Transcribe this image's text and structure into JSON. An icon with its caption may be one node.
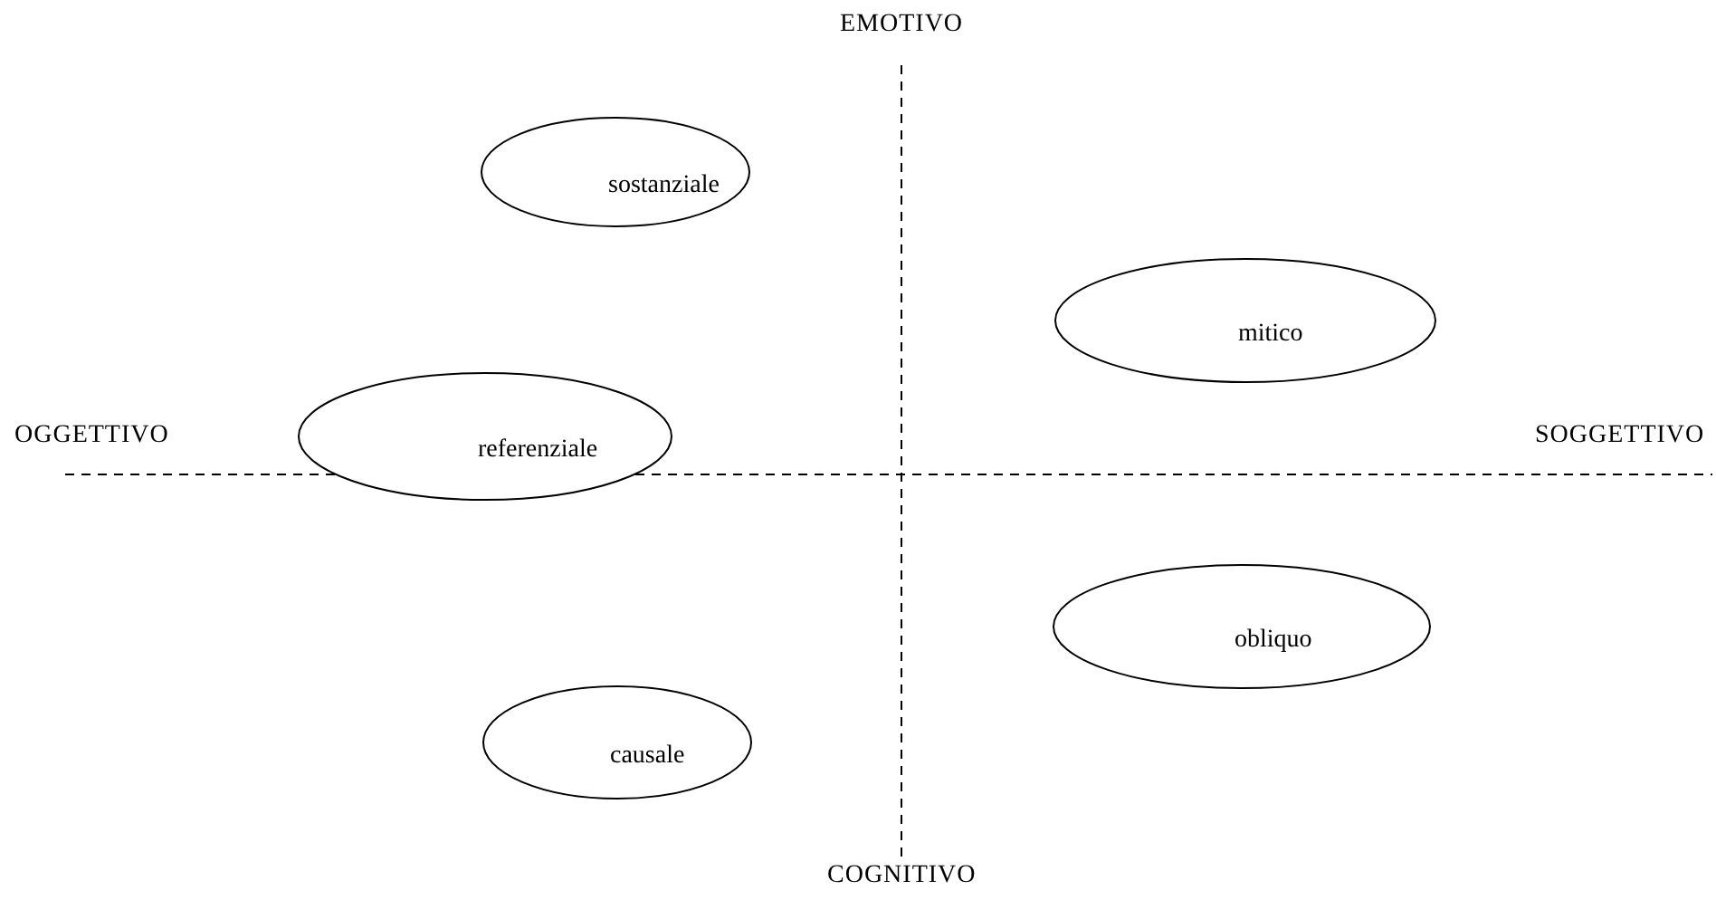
{
  "diagram": {
    "nodes": [
      {
        "text": [
          "sostanziale"
        ]
      },
      {
        "text": [
          "mitico"
        ]
      },
      {
        "text": [
          "referenziale"
        ]
      },
      {
        "text": [
          "obliquo"
        ]
      },
      {
        "text": [
          "causale"
        ]
      }
    ],
    "labels": [
      "EMOTIVO",
      "OGGETTIVO",
      "SOGGETTIVO",
      "COGNITIVO"
    ]
  }
}
